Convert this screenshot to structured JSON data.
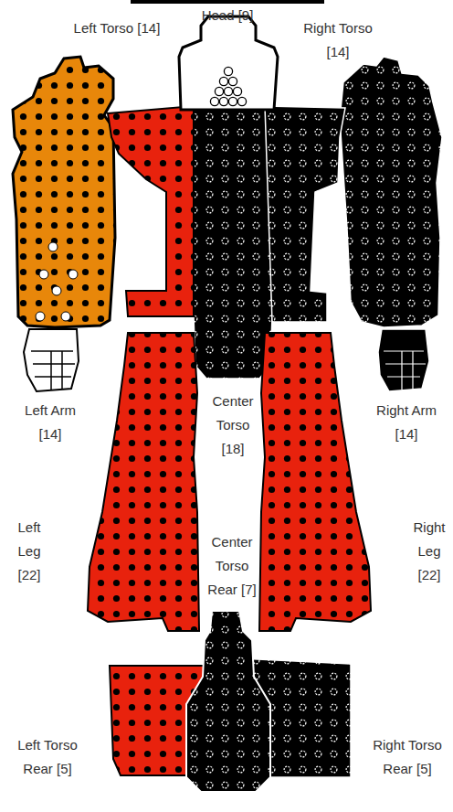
{
  "diagram": {
    "labels": [
      "Head [9]",
      "Left Torso [14]",
      "Right Torso [14]",
      "Left Arm [14]",
      "Center Torso [18]",
      "Right Arm [14]",
      "Left Leg [22]",
      "Center Torso Rear [7]",
      "Right Leg [22]",
      "Left Torso Rear [5]",
      "Right Torso Rear [5]"
    ]
  }
}
